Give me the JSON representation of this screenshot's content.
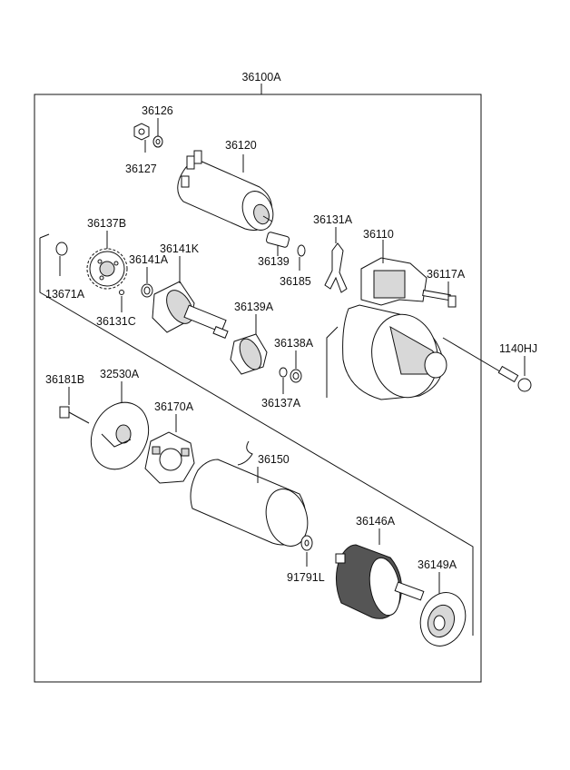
{
  "assembly": {
    "number": "36100A"
  },
  "parts": [
    {
      "id": "p36126",
      "number": "36126"
    },
    {
      "id": "p36127",
      "number": "36127"
    },
    {
      "id": "p36120",
      "number": "36120"
    },
    {
      "id": "p36131A",
      "number": "36131A"
    },
    {
      "id": "p36110",
      "number": "36110"
    },
    {
      "id": "p36137B",
      "number": "36137B"
    },
    {
      "id": "p36141K",
      "number": "36141K"
    },
    {
      "id": "p36141A",
      "number": "36141A"
    },
    {
      "id": "p36139",
      "number": "36139"
    },
    {
      "id": "p36185",
      "number": "36185"
    },
    {
      "id": "p36117A",
      "number": "36117A"
    },
    {
      "id": "p13671A",
      "number": "13671A"
    },
    {
      "id": "p36131C",
      "number": "36131C"
    },
    {
      "id": "p36139A",
      "number": "36139A"
    },
    {
      "id": "p1140HJ",
      "number": "1140HJ"
    },
    {
      "id": "p36138A",
      "number": "36138A"
    },
    {
      "id": "p36137A",
      "number": "36137A"
    },
    {
      "id": "p36181B",
      "number": "36181B"
    },
    {
      "id": "p32530A",
      "number": "32530A"
    },
    {
      "id": "p36170A",
      "number": "36170A"
    },
    {
      "id": "p36150",
      "number": "36150"
    },
    {
      "id": "p36146A",
      "number": "36146A"
    },
    {
      "id": "p36149A",
      "number": "36149A"
    },
    {
      "id": "p91791L",
      "number": "91791L"
    }
  ]
}
